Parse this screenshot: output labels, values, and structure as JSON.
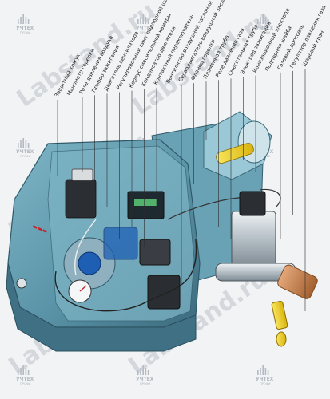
{
  "watermark": {
    "site": "Labstand.ru",
    "logo": "УЧТЕХ",
    "logo_sub": "ПРОФИ"
  },
  "callouts": [
    "Защитный кожух",
    "Манометр горелки",
    "Реле давления воздуха",
    "Прибор зажигания",
    "Двигатель вентилятора",
    "Регулировочный винт подпорной шайбы",
    "Корпус смесительной камеры",
    "Конденсатор двигателя",
    "Контактный переключатель",
    "Вентилятор воздушной заслонки",
    "Серводвигатель воздушной заслонки",
    "Фланец горелки",
    "Пламенная труба",
    "Реле давления газа",
    "Смесительная труба",
    "Электрод зажигания",
    "Ионизационный электрод",
    "Подпорная шайба",
    "Газовый дроссель",
    "Регулятор давления газа",
    "Шаровой кран"
  ],
  "colors": {
    "housing": "#5f9bb0",
    "housing_dark": "#3d6e82",
    "metal": "#b9c2c8",
    "yellow": "#f2d21b",
    "blue": "#1e5fb4",
    "copper": "#c07a44",
    "dark": "#26292d",
    "red_logo": "#c0262b"
  },
  "icons": [
    "gauge-icon",
    "ball-valve-icon",
    "fan-motor-icon"
  ]
}
